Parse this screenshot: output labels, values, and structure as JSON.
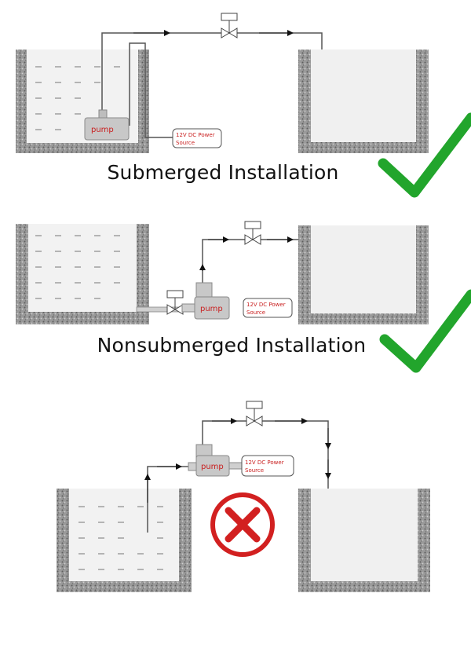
{
  "scenarios": [
    {
      "caption": "Submerged Installation",
      "pump_label": "pump",
      "power_label_line1": "12V DC Power",
      "power_label_line2": "Source",
      "verdict": "correct"
    },
    {
      "caption": "Nonsubmerged Installation",
      "pump_label": "pump",
      "power_label_line1": "12V DC Power",
      "power_label_line2": "Source",
      "verdict": "correct"
    },
    {
      "caption": "",
      "pump_label": "pump",
      "power_label_line1": "12V DC Power",
      "power_label_line2": "Source",
      "verdict": "incorrect"
    }
  ],
  "colors": {
    "check": "#22a52c",
    "cross": "#d22020",
    "tank_wall": "#8f8f8f",
    "pump": "#c8c8c8",
    "label_text": "#c92020"
  }
}
